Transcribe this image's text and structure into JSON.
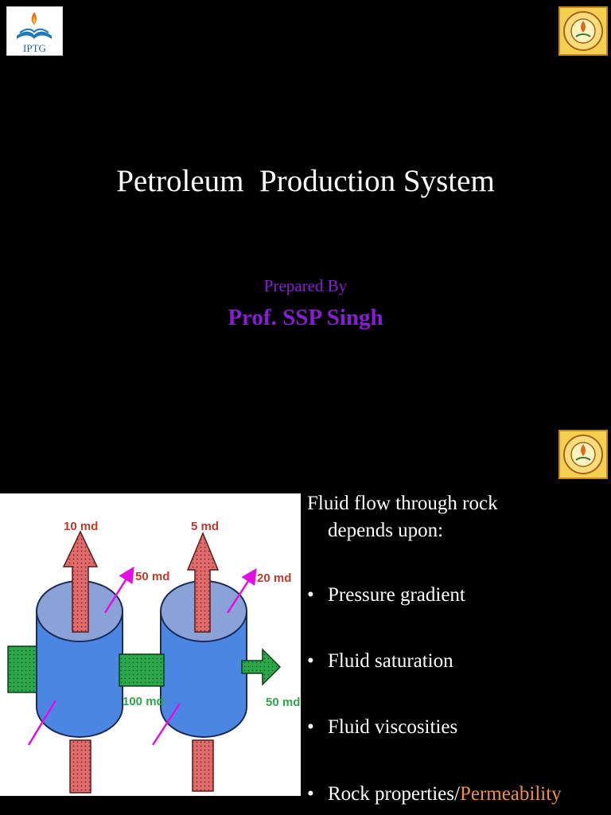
{
  "slide1": {
    "logo_left": {
      "name": "iptg-logo",
      "text": "IPTG"
    },
    "logo_right": {
      "name": "institute-seal"
    },
    "title": "Petroleum  Production System",
    "prepared_by": "Prepared By",
    "author": "Prof. SSP Singh"
  },
  "slide2": {
    "logo_right": {
      "name": "institute-seal"
    },
    "diagram": {
      "labels": {
        "top_left": "10 md",
        "diag_left": "50 md",
        "top_right": "5 md",
        "diag_right": "20 md",
        "middle": "100 md",
        "outlet": "50 md"
      }
    },
    "lead_line1": "Fluid flow through rock",
    "lead_line2": "depends upon:",
    "bullets": [
      {
        "text": "Pressure gradient"
      },
      {
        "text": "Fluid saturation"
      },
      {
        "text": "Fluid viscosities"
      },
      {
        "text": "Rock properties/",
        "highlight": "Permeability"
      }
    ],
    "colors": {
      "highlight": "#f28c46",
      "accent_purple": "#8a1bd8",
      "cylinder_top": "#8aa2d8",
      "cylinder_body": "#4c86e3",
      "arrow_red": "#e06b6b",
      "block_green": "#2ba84a",
      "label_red": "#c0392b",
      "magenta": "#e10fe3"
    }
  }
}
